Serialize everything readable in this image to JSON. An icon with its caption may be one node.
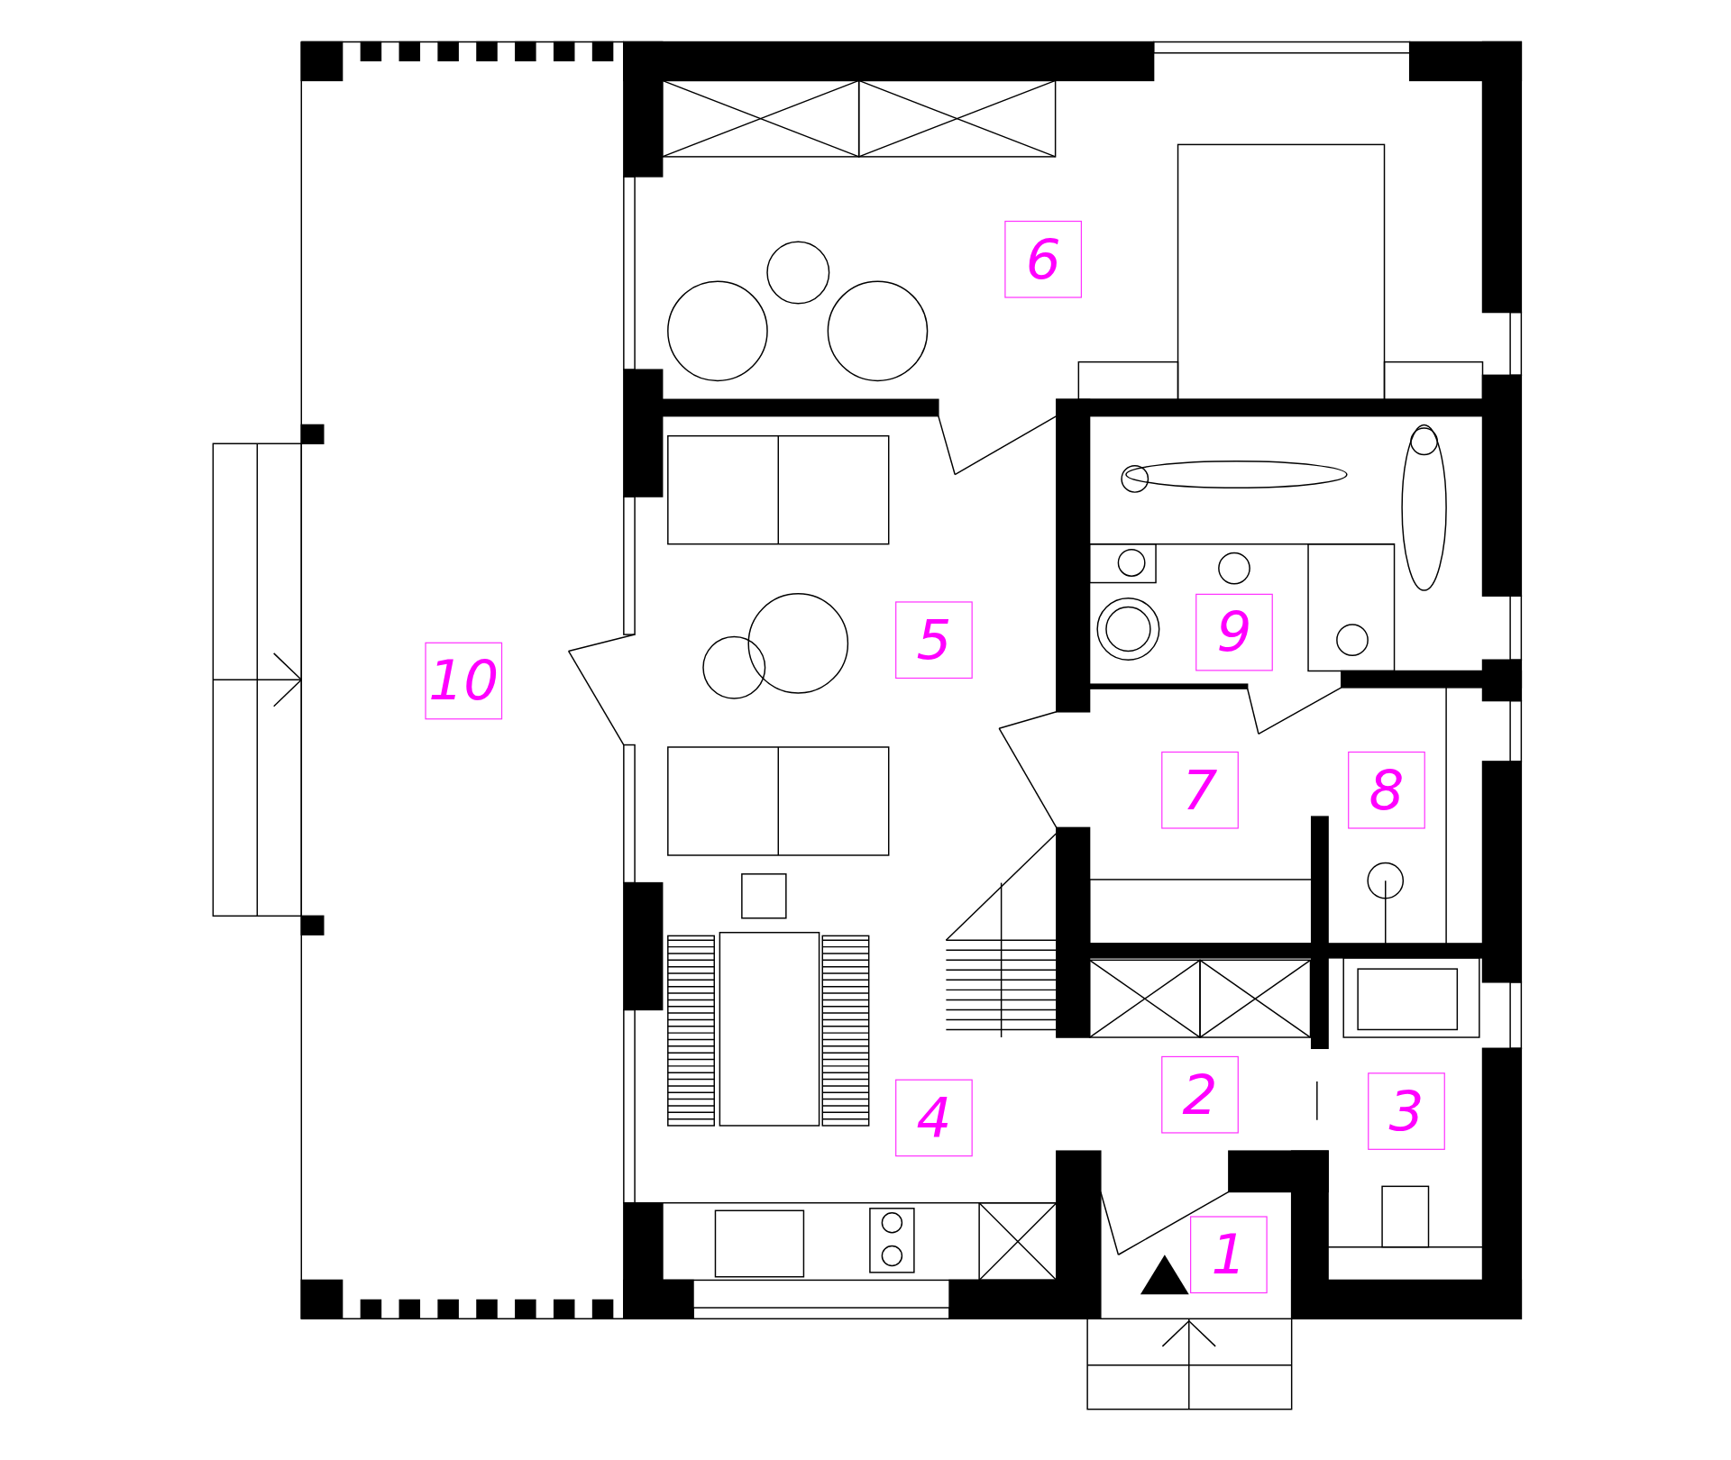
{
  "diagram": {
    "labels": [
      "6",
      "10",
      "5",
      "9",
      "7",
      "8",
      "4",
      "2",
      "3",
      "1"
    ]
  }
}
